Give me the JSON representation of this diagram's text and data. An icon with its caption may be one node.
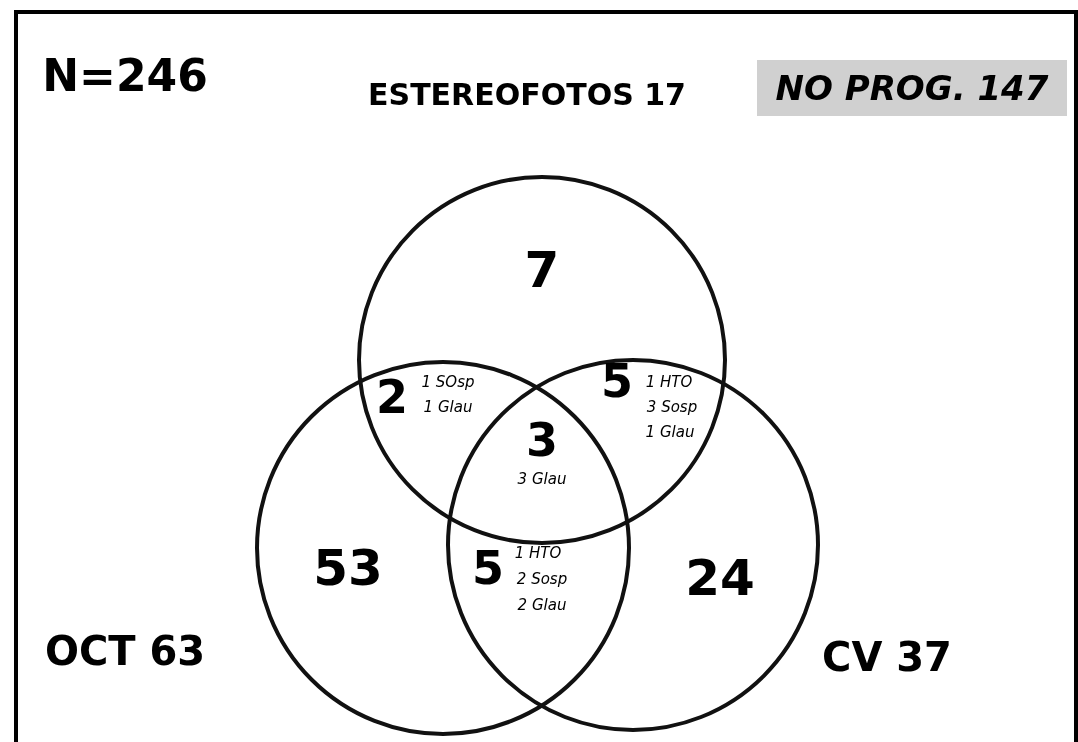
{
  "diagram": {
    "nodes": [
      {
        "text": [
          "ESTEREOFOTOS 17",
          "7"
        ]
      },
      {
        "text": [
          "OCT 63",
          "53"
        ]
      },
      {
        "text": [
          "CV 37",
          "24"
        ]
      },
      {
        "text": [
          "NO PROG. 147"
        ]
      }
    ],
    "edges": [],
    "labels": [
      "N=246",
      "2",
      "1 SOsp",
      "1 Glau",
      "5",
      "1 HTO",
      "3 Sosp",
      "1 Glau",
      "3",
      "3 Glau",
      "5",
      "1 HTO",
      "2 Sosp",
      "2 Glau"
    ]
  }
}
